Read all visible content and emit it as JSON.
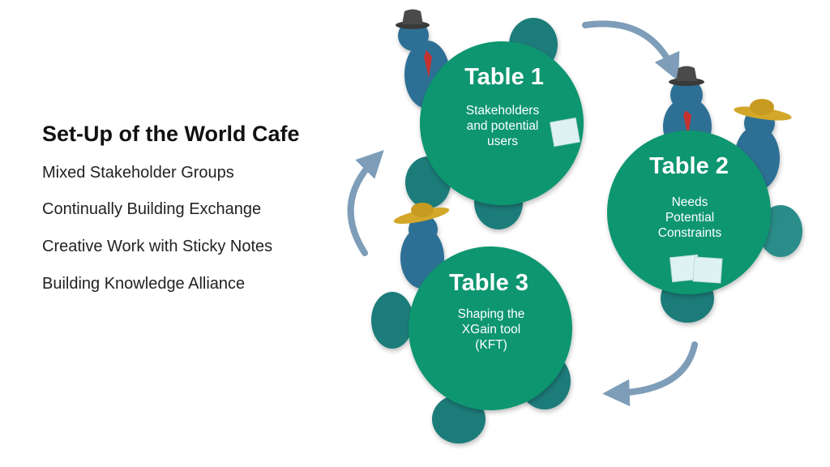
{
  "heading": "Set-Up of the World Cafe",
  "bullets": [
    "Mixed Stakeholder Groups",
    "Continually Building Exchange",
    "Creative Work with Sticky Notes",
    "Building Knowledge Alliance"
  ],
  "tables": [
    {
      "name": "Table 1",
      "lines": [
        "Stakeholders",
        "and potential",
        "users"
      ]
    },
    {
      "name": "Table 2",
      "lines": [
        "Needs",
        "Potential",
        "Constraints"
      ]
    },
    {
      "name": "Table 3",
      "lines": [
        "Shaping the",
        "XGain tool",
        "(KFT)"
      ]
    }
  ],
  "icons": [
    "top-hat-icon",
    "sun-hat-icon",
    "sticky-note-icon",
    "rotation-arrow-icon"
  ],
  "colors": {
    "table": "#0f9670",
    "seat_dark": "#1c7c7a",
    "seat_light": "#2a8d8a",
    "person": "#2f6f95",
    "tie": "#c5312e",
    "top_hat": "#4a4a4a",
    "sun_hat": "#d2a72a",
    "arrow": "#7d9db8",
    "note": "#dff2f2"
  }
}
